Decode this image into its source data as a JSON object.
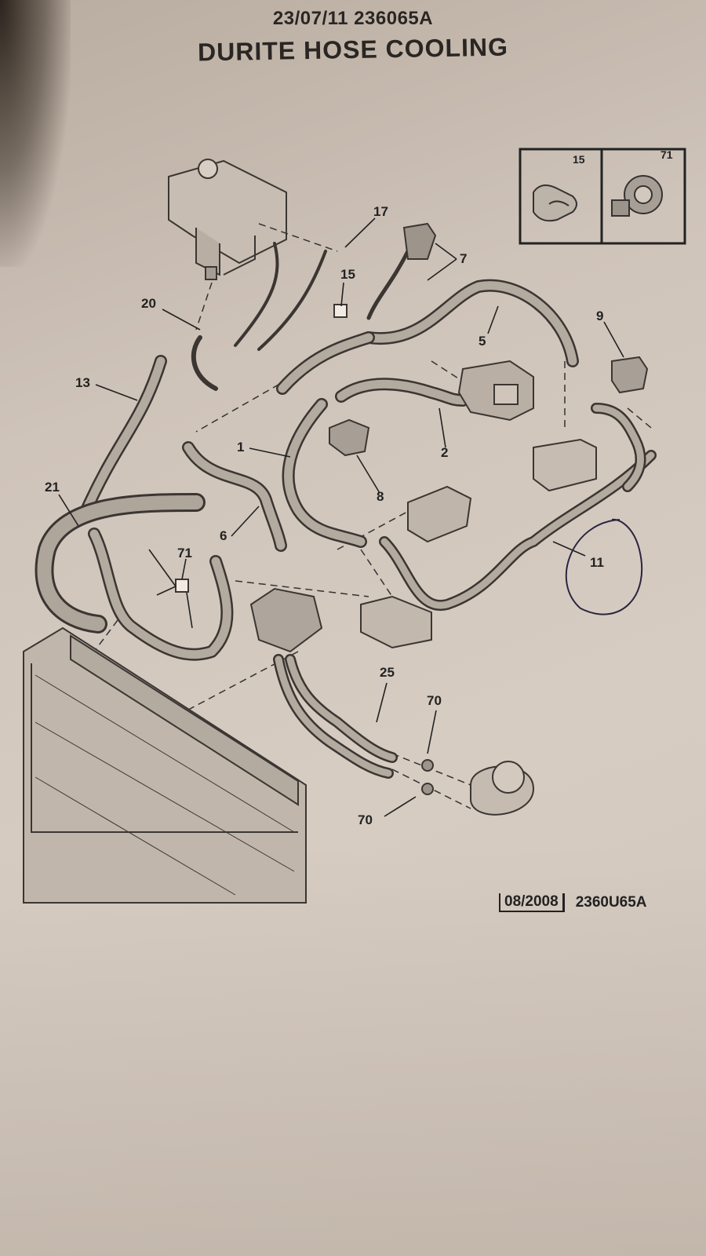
{
  "header": {
    "date_ref": "23/07/11 236065A",
    "title": "DURITE HOSE COOLING"
  },
  "inset": {
    "labels": [
      "15",
      "71"
    ]
  },
  "callouts": [
    "17",
    "7",
    "15",
    "20",
    "5",
    "9",
    "13",
    "1",
    "2",
    "21",
    "8",
    "6",
    "71",
    "11",
    "25",
    "70",
    "70"
  ],
  "footer": {
    "date": "08/2008",
    "reference": "2360U65A"
  },
  "colors": {
    "paper": "#d6ccc2",
    "ink": "#222222",
    "part_fill": "#b3aaa0",
    "part_stroke": "#3b3632",
    "annotation_pen": "#2b2540"
  }
}
